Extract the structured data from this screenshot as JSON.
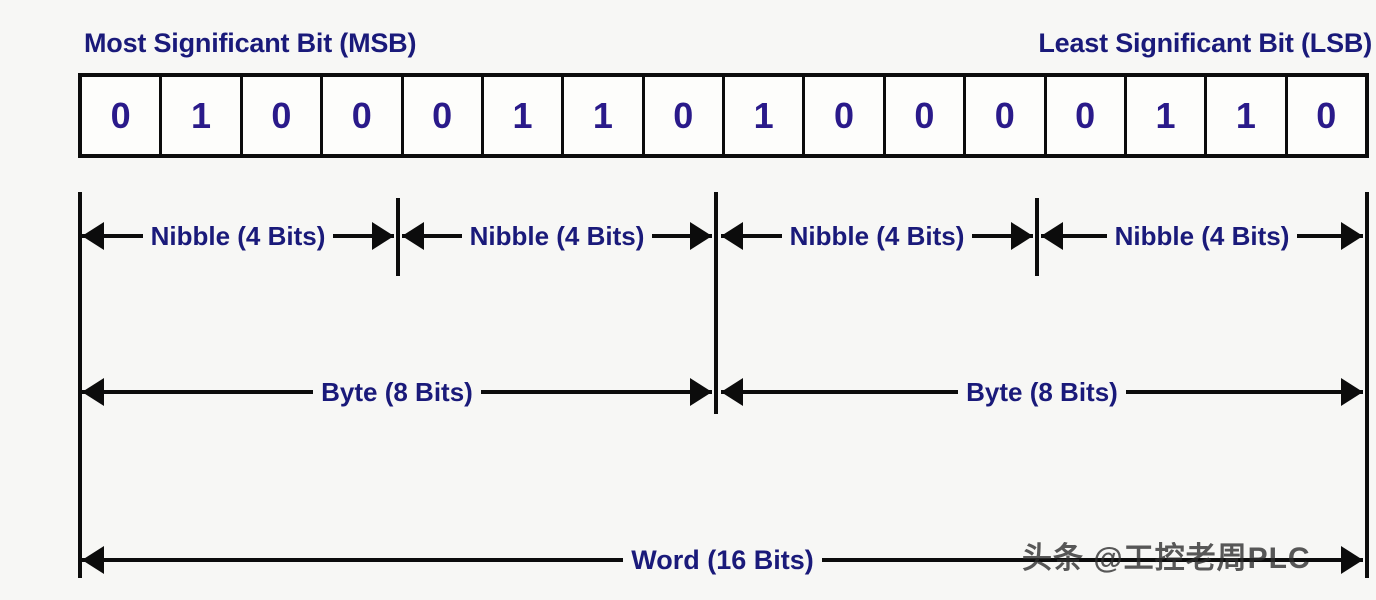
{
  "labels": {
    "msb": "Most Significant Bit (MSB)",
    "lsb": "Least Significant Bit (LSB)"
  },
  "bits": [
    "0",
    "1",
    "0",
    "0",
    "0",
    "1",
    "1",
    "0",
    "1",
    "0",
    "0",
    "0",
    "0",
    "1",
    "1",
    "0"
  ],
  "nibbles": [
    {
      "label": "Nibble (4 Bits)"
    },
    {
      "label": "Nibble (4 Bits)"
    },
    {
      "label": "Nibble (4 Bits)"
    },
    {
      "label": "Nibble (4 Bits)"
    }
  ],
  "bytes": [
    {
      "label": "Byte (8 Bits)"
    },
    {
      "label": "Byte (8 Bits)"
    }
  ],
  "word": {
    "label": "Word (16 Bits)"
  },
  "watermark": {
    "text": "头条 @工控老周PLC"
  },
  "colors": {
    "text_navy": "#1a1a7a",
    "bit_digit": "#2a1a8a",
    "line": "#0c0c0c",
    "background": "#f7f7f5"
  }
}
